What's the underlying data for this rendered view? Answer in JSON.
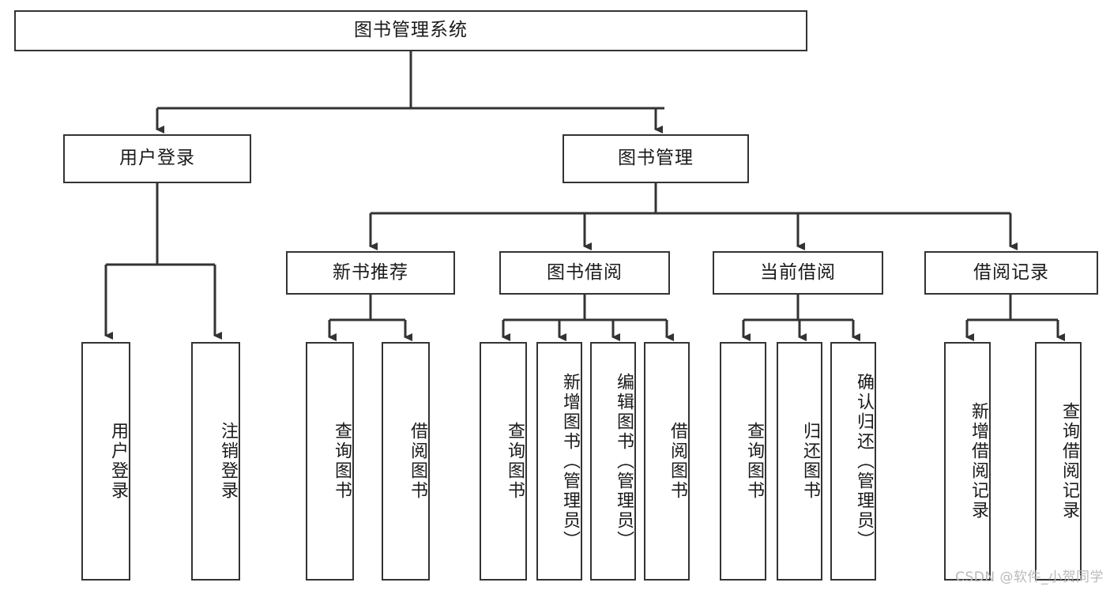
{
  "diagram": {
    "title_node": {
      "label": "图书管理系统"
    },
    "level2": [
      {
        "id": "user-login",
        "label": "用户登录"
      },
      {
        "id": "book-management",
        "label": "图书管理"
      }
    ],
    "level3": [
      {
        "id": "new-book-recommend",
        "label": "新书推荐"
      },
      {
        "id": "book-borrow",
        "label": "图书借阅"
      },
      {
        "id": "current-borrow",
        "label": "当前借阅"
      },
      {
        "id": "borrow-record",
        "label": "借阅记录"
      }
    ],
    "leaves": [
      {
        "id": "leaf-user-login",
        "label": "用户登录"
      },
      {
        "id": "leaf-logout-login",
        "label": "注销登录"
      },
      {
        "id": "leaf-query-book-1",
        "label": "查询图书"
      },
      {
        "id": "leaf-borrow-book-1",
        "label": "借阅图书"
      },
      {
        "id": "leaf-query-book-2",
        "label": "查询图书"
      },
      {
        "id": "leaf-add-book",
        "label": "新增图书（管理员）"
      },
      {
        "id": "leaf-edit-book",
        "label": "编辑图书（管理员）"
      },
      {
        "id": "leaf-borrow-book-2",
        "label": "借阅图书"
      },
      {
        "id": "leaf-query-book-3",
        "label": "查询图书"
      },
      {
        "id": "leaf-return-book",
        "label": "归还图书"
      },
      {
        "id": "leaf-confirm-return",
        "label": "确认归还（管理员）"
      },
      {
        "id": "leaf-add-borrow-record",
        "label": "新增借阅记录"
      },
      {
        "id": "leaf-query-borrow-record",
        "label": "查询借阅记录"
      }
    ],
    "watermark": "CSDN @软件_小贺同学",
    "colors": {
      "line": "#333333",
      "box_border": "#333333",
      "box_fill": "#ffffff",
      "text": "#1a1a1a",
      "watermark": "#b9b9b9"
    }
  }
}
